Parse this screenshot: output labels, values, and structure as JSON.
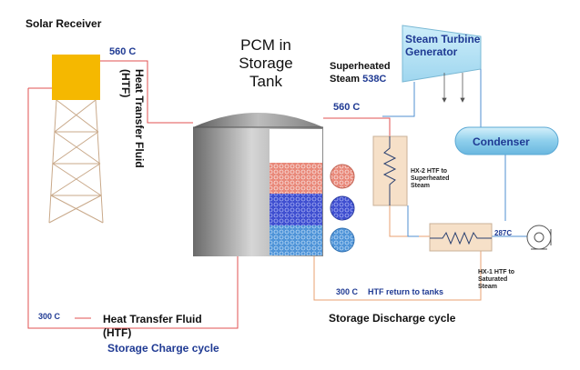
{
  "labels": {
    "solar_receiver": "Solar Receiver",
    "temp_560_receiver": "560 C",
    "htf_vertical_1": "Heat Transfer Fluid",
    "htf_vertical_2": "(HTF)",
    "pcm_line1": "PCM in",
    "pcm_line2": "Storage",
    "pcm_line3": "Tank",
    "superheated_line1": "Superheated",
    "superheated_line2": "Steam ",
    "superheated_temp": "538C",
    "temp_560_tank": "560 C",
    "steam_turbine_line1": "Steam Turbine",
    "steam_turbine_line2": "Generator",
    "condenser": "Condenser",
    "hx2_line1": "HX-2 HTF to",
    "hx2_line2": "Superheated",
    "hx2_line3": "Steam",
    "temp_287": "287C",
    "hx1_line1": "HX-1 HTF to",
    "hx1_line2": "Saturated",
    "hx1_line3": "Steam",
    "temp_300_return": "300 C",
    "htf_return": "HTF return to tanks",
    "storage_discharge": "Storage Discharge cycle",
    "temp_300_left": "300 C",
    "htf_bottom_line1": "Heat Transfer Fluid",
    "htf_bottom_line2": "(HTF)",
    "storage_charge": "Storage Charge cycle"
  },
  "colors": {
    "receiver_yellow": "#f5b800",
    "turbine_fill": "#b7e3f3",
    "condenser_fill": "#9fd6ef",
    "hx_fill": "#f6e0c8",
    "pcm_salmon": "#e9897a",
    "pcm_blue": "#4f68d4",
    "pcm_lightblue": "#62a8e0",
    "pipe_red": "#e05050",
    "pipe_blue": "#4f8fd0",
    "pipe_orange": "#e8a070"
  }
}
